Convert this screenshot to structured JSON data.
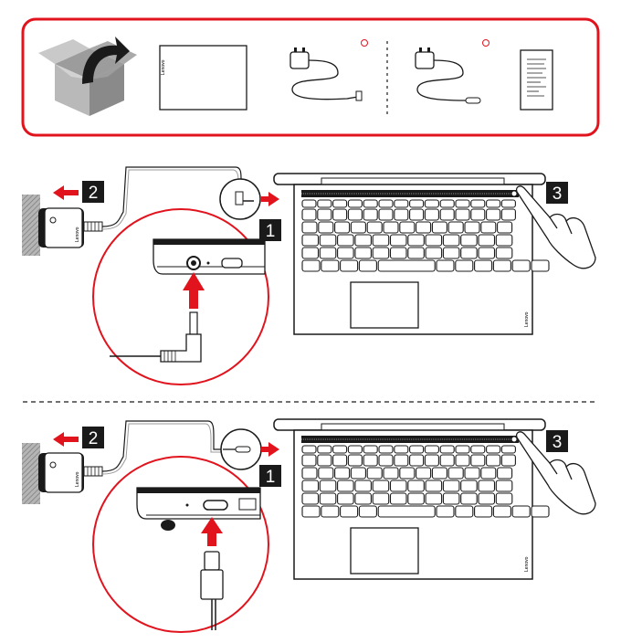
{
  "colors": {
    "accent": "#e1141e",
    "ink": "#1a1a1a",
    "gray": "#9a9a9a",
    "outlet": "#8c8c8c"
  },
  "brand_mark": "Lenovo",
  "icons": {
    "unbox": "open-box-with-arrow-icon",
    "ac_power": "power-adapter-icon",
    "arrow": "red-arrow-icon"
  },
  "steps": {
    "plug_in_laptop": "1",
    "plug_in_wall": "2",
    "press_power": "3"
  },
  "variants": [
    "round-barrel-connector",
    "usb-c-connector"
  ]
}
